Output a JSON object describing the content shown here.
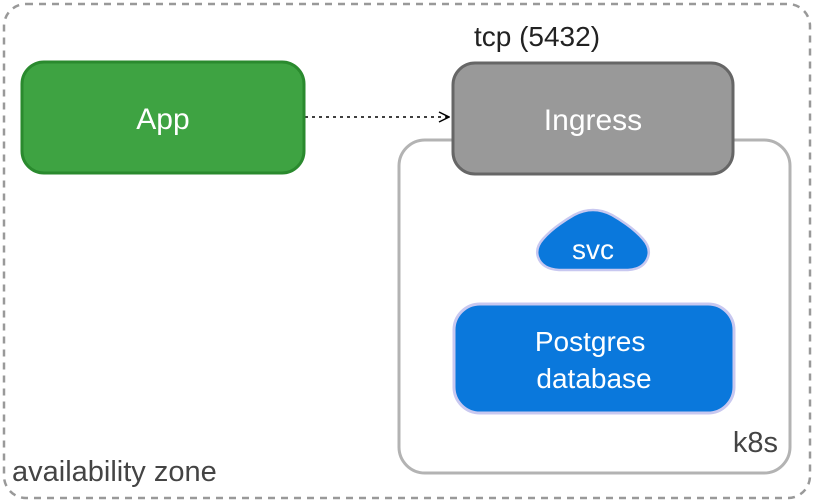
{
  "zone": {
    "label": "availability zone"
  },
  "cluster": {
    "label": "k8s"
  },
  "nodes": {
    "app": {
      "label": "App",
      "fill": "#3ea342",
      "stroke": "#2a8a2e",
      "text_color": "#ffffff"
    },
    "ingress": {
      "label": "Ingress",
      "fill": "#999999",
      "stroke": "#666666",
      "text_color": "#ffffff"
    },
    "svc": {
      "label": "svc",
      "fill": "#0a78dc",
      "stroke": "#c8c8f0",
      "text_color": "#ffffff"
    },
    "postgres": {
      "label_line1": "Postgres",
      "label_line2": "database",
      "fill": "#0a78dc",
      "stroke": "#c8c8f0",
      "text_color": "#ffffff"
    }
  },
  "edges": {
    "app_to_ingress": {
      "label": "tcp (5432)",
      "style": "dotted",
      "arrowhead": "open"
    }
  },
  "colors": {
    "zone_border": "#999999",
    "cluster_border": "#b3b3b3",
    "label_text": "#444444"
  }
}
